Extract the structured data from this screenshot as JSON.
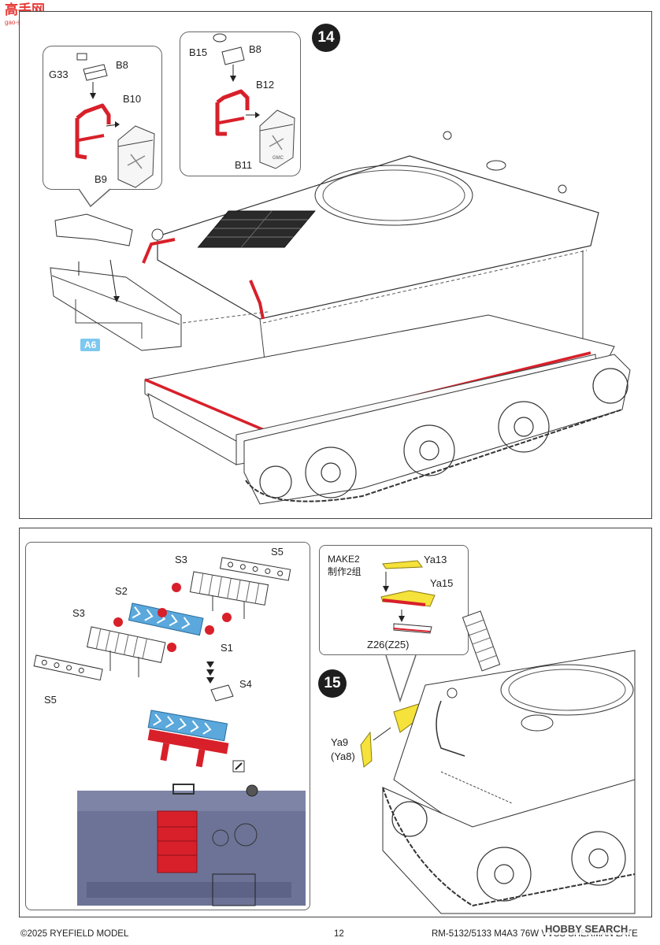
{
  "watermark": {
    "logo_text": "高手网",
    "logo_url": "gao-shou.com",
    "bottom_right": "HOBBY SEARCH"
  },
  "step14": {
    "number": "14",
    "callout_left": {
      "labels": [
        "G33",
        "B8",
        "B10",
        "B9"
      ]
    },
    "callout_right": {
      "labels": [
        "B15",
        "B8",
        "B12",
        "B11"
      ],
      "stamp": "GMC"
    },
    "ref_tag": "A6"
  },
  "step15": {
    "number": "15",
    "track_box": {
      "labels": [
        "S5",
        "S3",
        "S2",
        "S3",
        "S1",
        "S5",
        "S4"
      ]
    },
    "make_box": {
      "make_en": "MAKE2",
      "make_cn": "制作2组",
      "labels": [
        "Ya13",
        "Ya15",
        "Z26(Z25)"
      ]
    },
    "fender_label_1": "Ya9",
    "fender_label_2": "(Ya8)"
  },
  "footer": {
    "copyright": "©2025 RYEFIELD MODEL",
    "page": "12",
    "product": "RM-5132/5133 M4A3 76W VVSS SHERMAN LATE"
  },
  "colors": {
    "highlight_red": "#d8202a",
    "highlight_blue": "#5aa8dc",
    "highlight_yellow": "#f5e23a",
    "tank_gray": "#6c7396"
  }
}
